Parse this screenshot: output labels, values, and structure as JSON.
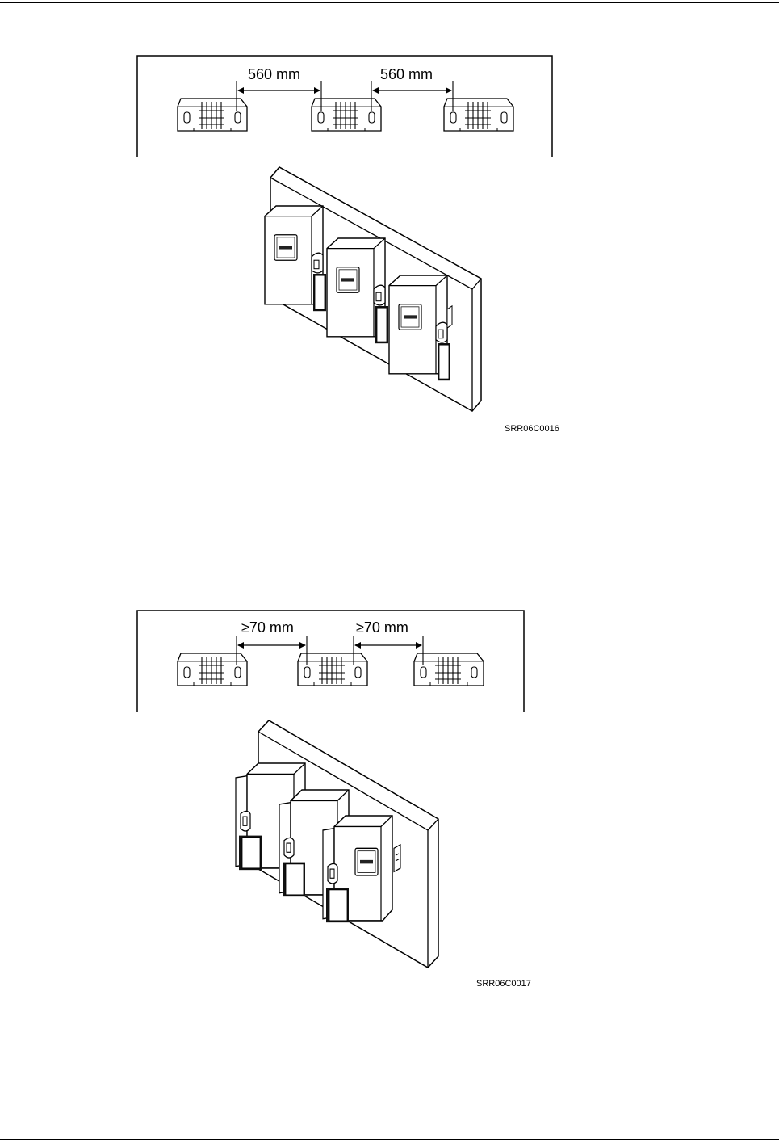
{
  "figures": [
    {
      "dimension_left": "560 mm",
      "dimension_right": "560 mm",
      "figure_id": "SRR06C0016"
    },
    {
      "dimension_left": "≥70 mm",
      "dimension_right": "≥70 mm",
      "figure_id": "SRR06C0017"
    }
  ]
}
